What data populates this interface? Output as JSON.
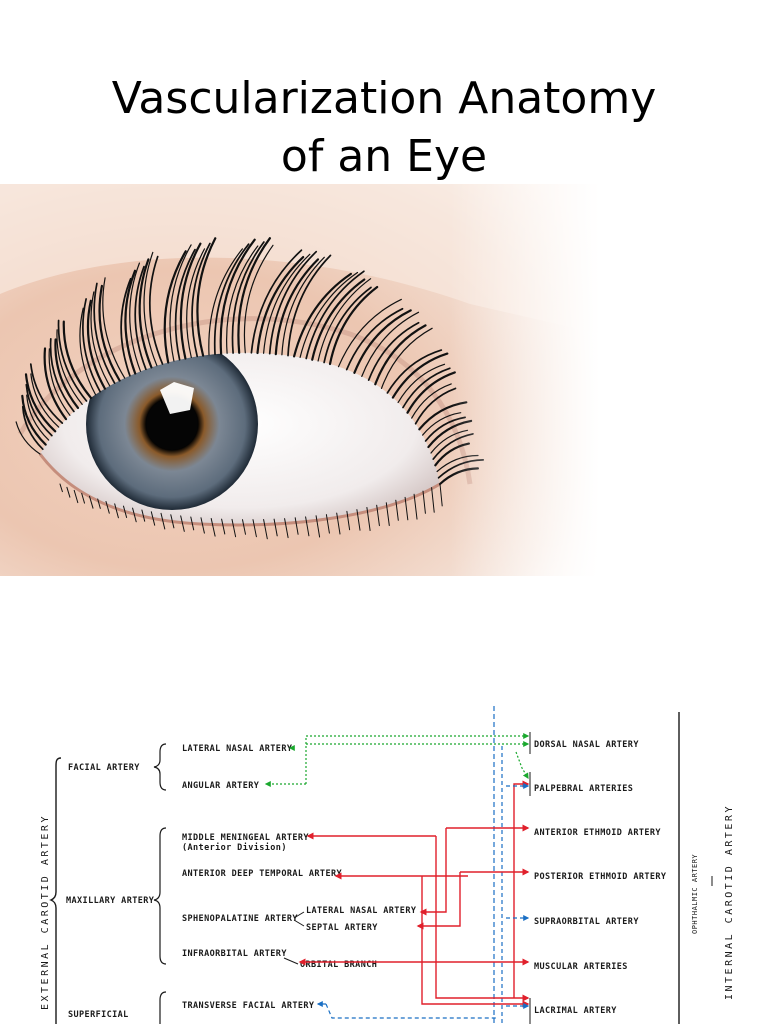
{
  "slide": {
    "title_line1": "Vascularization Anatomy",
    "title_line2": "of an Eye"
  },
  "diagram": {
    "left_axis": "EXTERNAL CAROTID ARTERY",
    "right_axis": "INTERNAL CAROTID ARTERY",
    "ophthalmic": "OPHTHALMIC ARTERY",
    "groups": {
      "facial": "FACIAL ARTERY",
      "maxillary": "MAXILLARY ARTERY",
      "superficial": "SUPERFICIAL"
    },
    "external_branches": {
      "lateral_nasal": "LATERAL NASAL ARTERY",
      "angular": "ANGULAR ARTERY",
      "middle_meningeal_1": "MIDDLE MENINGEAL ARTERY",
      "middle_meningeal_2": "(Anterior Division)",
      "anterior_deep_temporal": "ANTERIOR DEEP TEMPORAL ARTERY",
      "sphenopalatine": "SPHENOPALATINE ARTERY",
      "sph_lateral_nasal": "LATERAL NASAL ARTERY",
      "sph_septal": "SEPTAL ARTERY",
      "infraorbital": "INFRAORBITAL ARTERY",
      "orbital_branch": "ORBITAL BRANCH",
      "transverse_facial": "TRANSVERSE FACIAL ARTERY"
    },
    "ophthalmic_branches": {
      "dorsal_nasal": "DORSAL NASAL ARTERY",
      "palpebral": "PALPEBRAL ARTERIES",
      "anterior_ethmoid": "ANTERIOR ETHMOID ARTERY",
      "posterior_ethmoid": "POSTERIOR ETHMOID ARTERY",
      "supraorbital": "SUPRAORBITAL ARTERY",
      "muscular": "MUSCULAR ARTERIES",
      "lacrimal": "LACRIMAL ARTERY"
    },
    "colors": {
      "facial_links": "#1aa82e",
      "maxillary_links": "#e0202c",
      "superficial_links": "#1a6fc4",
      "ink": "#1a1a1a"
    }
  }
}
